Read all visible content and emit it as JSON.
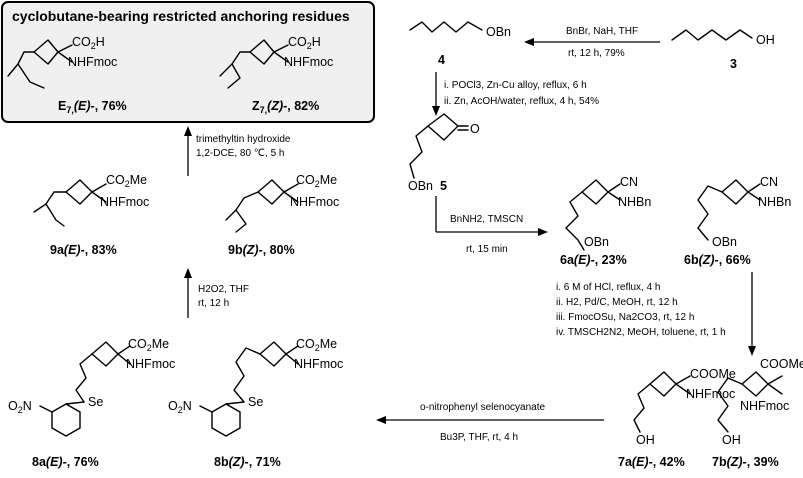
{
  "box": {
    "title": "cyclobutane-bearing restricted anchoring residues",
    "e7": {
      "label": "E",
      "sub": "7,",
      "stereo": "(E)-",
      "yield": ", 76%"
    },
    "z7": {
      "label": "Z",
      "sub": "7,",
      "stereo": "(Z)-",
      "yield": ", 82%"
    }
  },
  "groups": {
    "co2h": "CO",
    "co2h_sub": "2",
    "co2h_end": "H",
    "nhfmoc": "NHFmoc",
    "co2me": "CO",
    "co2me_sub": "2",
    "co2me_end": "Me",
    "cn": "CN",
    "nhbn": "NHBn",
    "obn": "OBn",
    "oh": "OH",
    "cooMe": "COOMe",
    "se": "Se",
    "no2": "O",
    "no2_sub": "2",
    "no2_end": "N",
    "o": "O"
  },
  "compounds": {
    "c3": "3",
    "c4": "4",
    "c5": "5",
    "c6a": {
      "id": "6a",
      "stereo": "(E)-",
      "yield": ", 23%"
    },
    "c6b": {
      "id": "6b",
      "stereo": "(Z)-",
      "yield": ", 66%"
    },
    "c7a": {
      "id": "7a",
      "stereo": "(E)-",
      "yield": ", 42%"
    },
    "c7b": {
      "id": "7b",
      "stereo": "(Z)-",
      "yield": ", 39%"
    },
    "c8a": {
      "id": "8a",
      "stereo": "(E)-",
      "yield": ", 76%"
    },
    "c8b": {
      "id": "8b",
      "stereo": "(Z)-",
      "yield": ", 71%"
    },
    "c9a": {
      "id": "9a",
      "stereo": "(E)-",
      "yield": ", 83%"
    },
    "c9b": {
      "id": "9b",
      "stereo": "(Z)-",
      "yield": ", 80%"
    }
  },
  "conditions": {
    "step1_top": "BnBr, NaH, THF",
    "step1_bottom": "rt, 12 h, 79%",
    "step2_line1": "i. POCl3, Zn-Cu alloy, reflux, 6 h",
    "step2_line2": "ii. Zn, AcOH/water, reflux, 4 h, 54%",
    "step3_top": "BnNH2, TMSCN",
    "step3_bottom": "rt, 15 min",
    "step4_l1": "i. 6 M of HCl, reflux, 4 h",
    "step4_l2": "ii. H2, Pd/C, MeOH, rt, 12 h",
    "step4_l3": "iii. FmocOSu, Na2CO3, rt, 12 h",
    "step4_l4": "iv. TMSCH2N2, MeOH, toluene, rt, 1 h",
    "step5_top": "o-nitrophenyl selenocyanate",
    "step5_bottom": "Bu3P, THF, rt, 4 h",
    "step6_top": "H2O2, THF",
    "step6_bottom": "rt, 12 h",
    "step7_top": "trimethyltin hydroxide",
    "step7_bottom": "1,2-DCE, 80 ℃, 5 h"
  }
}
